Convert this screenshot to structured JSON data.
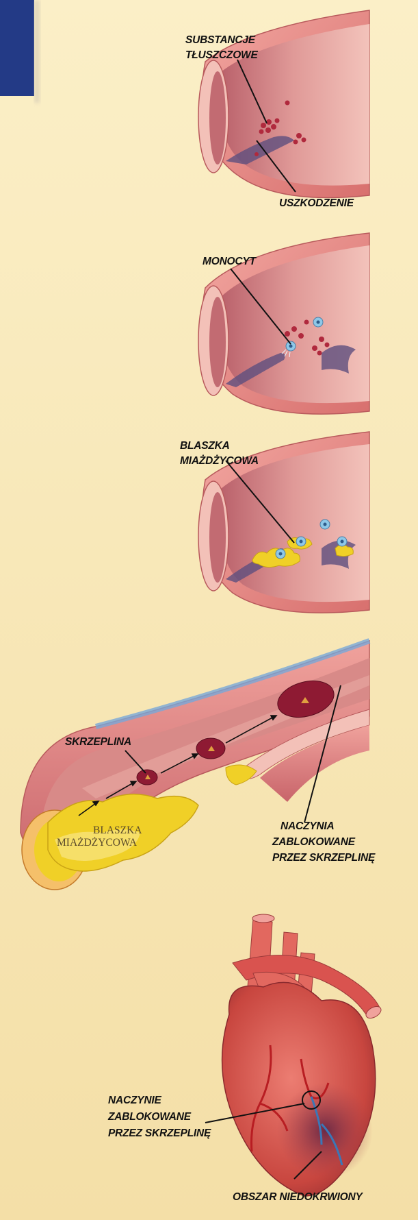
{
  "labels": {
    "fat_1": "SUBSTANCJE",
    "fat_2": "TŁUSZCZOWE",
    "damage": "USZKODZENIE",
    "monocyte": "MONOCYT",
    "plaque_1": "BLASZKA",
    "plaque_2": "MIAŻDŻYCOWA",
    "clot": "SKRZEPLINA",
    "plaque_in_1": "BLASZKA",
    "plaque_in_2": "MIAŻDŻYCOWA",
    "blocked_1": "NACZYNIA",
    "blocked_2": "ZABLOKOWANE",
    "blocked_3": "PRZEZ SKRZEPLINĘ",
    "heart_vessel_1": "NACZYNIE",
    "heart_vessel_2": "ZABLOKOWANE",
    "heart_vessel_3": "PRZEZ SKRZEPLINĘ",
    "ischemic": "OBSZAR NIEDOKRWIONY"
  },
  "colors": {
    "background": "#f8e7b4",
    "corner_block": "#233a86",
    "vessel_wall": "#e78a86",
    "vessel_inner": "#c9737a",
    "vessel_outer": "#f1b5ad",
    "plaque": "#f0d027",
    "clot": "#8e1a33",
    "monocyte": "#8ec8e8",
    "heart": "#d9534f"
  }
}
